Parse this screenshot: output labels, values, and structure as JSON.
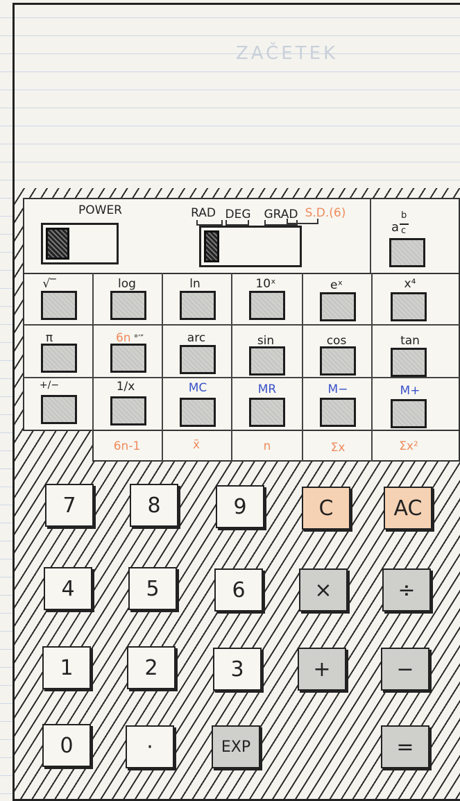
{
  "colors": {
    "orange_text": "#ef8b5c",
    "blue_text": "#3a52c7",
    "orange_key": "#f6d2b4",
    "gray_key": "#cfcfcc"
  },
  "display": {
    "ghost_text": "ZAČETEK"
  },
  "top_panel": {
    "power_label": "POWER",
    "mode_labels": [
      "RAD",
      "DEG",
      "GRAD"
    ],
    "sd_label": "S.D.(6)",
    "fraction_label": {
      "a": "a",
      "b": "b",
      "c": "c"
    }
  },
  "function_rows": [
    [
      {
        "label": "√‾",
        "color": "dark"
      },
      {
        "label": "log",
        "color": "dark"
      },
      {
        "label": "ln",
        "color": "dark"
      },
      {
        "label": "10ˣ",
        "color": "dark"
      },
      {
        "label": "eˣ",
        "color": "dark"
      },
      {
        "label": "x⁴",
        "color": "dark"
      }
    ],
    [
      {
        "label": "π",
        "color": "dark"
      },
      {
        "label": "6n °′″",
        "color": "mixed"
      },
      {
        "label": "arc",
        "color": "dark"
      },
      {
        "label": "sin",
        "color": "dark"
      },
      {
        "label": "cos",
        "color": "dark"
      },
      {
        "label": "tan",
        "color": "dark"
      }
    ],
    [
      {
        "label": "+/−",
        "color": "dark"
      },
      {
        "label": "1/x",
        "color": "dark"
      },
      {
        "label": "MC",
        "color": "blue"
      },
      {
        "label": "MR",
        "color": "blue"
      },
      {
        "label": "M−",
        "color": "blue"
      },
      {
        "label": "M+",
        "color": "blue"
      }
    ]
  ],
  "stat_labels": [
    "6n-1",
    "x̄",
    "n",
    "Σx",
    "Σx²"
  ],
  "keypad": [
    [
      {
        "label": "7",
        "style": "white"
      },
      {
        "label": "8",
        "style": "white"
      },
      {
        "label": "9",
        "style": "white"
      },
      {
        "label": "C",
        "style": "orange"
      },
      {
        "label": "AC",
        "style": "orange"
      }
    ],
    [
      {
        "label": "4",
        "style": "white"
      },
      {
        "label": "5",
        "style": "white"
      },
      {
        "label": "6",
        "style": "white"
      },
      {
        "label": "×",
        "style": "gray"
      },
      {
        "label": "÷",
        "style": "gray"
      }
    ],
    [
      {
        "label": "1",
        "style": "white"
      },
      {
        "label": "2",
        "style": "white"
      },
      {
        "label": "3",
        "style": "white"
      },
      {
        "label": "+",
        "style": "gray"
      },
      {
        "label": "−",
        "style": "gray"
      }
    ],
    [
      {
        "label": "0",
        "style": "white"
      },
      {
        "label": "·",
        "style": "white"
      },
      {
        "label": "EXP",
        "style": "gray"
      },
      {
        "label": "=",
        "style": "gray"
      }
    ]
  ]
}
